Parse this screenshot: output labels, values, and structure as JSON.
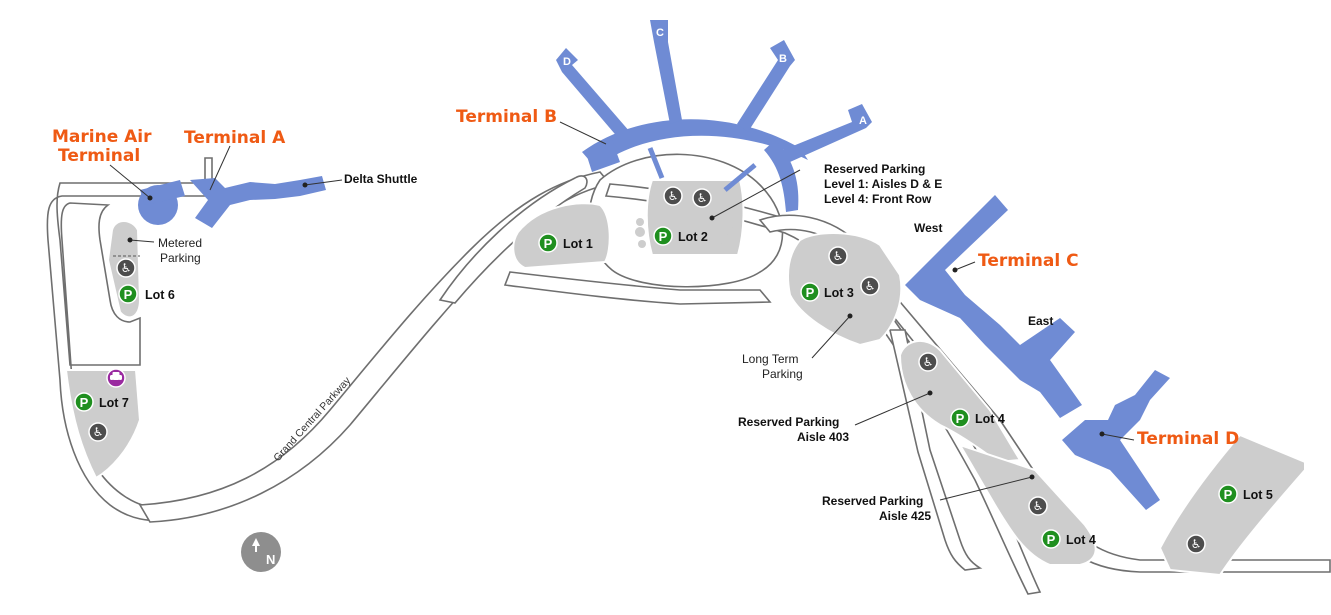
{
  "terminals": {
    "marine_air_line1": "Marine Air",
    "marine_air_line2": "Terminal",
    "terminal_a": "Terminal A",
    "terminal_b": "Terminal B",
    "terminal_c": "Terminal C",
    "terminal_d": "Terminal D"
  },
  "piers": {
    "a": "A",
    "b": "B",
    "c": "C",
    "d": "D"
  },
  "wings": {
    "west": "West",
    "east": "East"
  },
  "labels": {
    "delta_shuttle": "Delta Shuttle",
    "metered_line1": "Metered",
    "metered_line2": "Parking",
    "reserved_b_line1": "Reserved Parking",
    "reserved_b_line2": "Level 1: Aisles D & E",
    "reserved_b_line3": "Level 4: Front Row",
    "long_term_line1": "Long Term",
    "long_term_line2": "Parking",
    "reserved_403_line1": "Reserved Parking",
    "reserved_403_line2": "Aisle 403",
    "reserved_425_line1": "Reserved Parking",
    "reserved_425_line2": "Aisle 425",
    "road": "Grand Central Parkway"
  },
  "lots": {
    "lot1": "Lot 1",
    "lot2": "Lot 2",
    "lot3": "Lot 3",
    "lot4a": "Lot 4",
    "lot4b": "Lot 4",
    "lot5": "Lot 5",
    "lot6": "Lot 6",
    "lot7": "Lot 7"
  },
  "icons": {
    "parking_letter": "P",
    "accessible_glyph": "♿",
    "compass_letter": "N",
    "parking_icon": "parking-icon",
    "accessible_icon": "accessible-parking-icon",
    "taxi_icon": "taxi-icon",
    "compass_icon": "north-arrow-icon"
  },
  "colors": {
    "terminal": "#6f8bd4",
    "terminal_label": "#ef5a14",
    "lot": "#cdcdcd",
    "parking_badge": "#1f8f1f",
    "accessible_badge": "#4d4d4d",
    "taxi_badge": "#9a2aa0"
  }
}
